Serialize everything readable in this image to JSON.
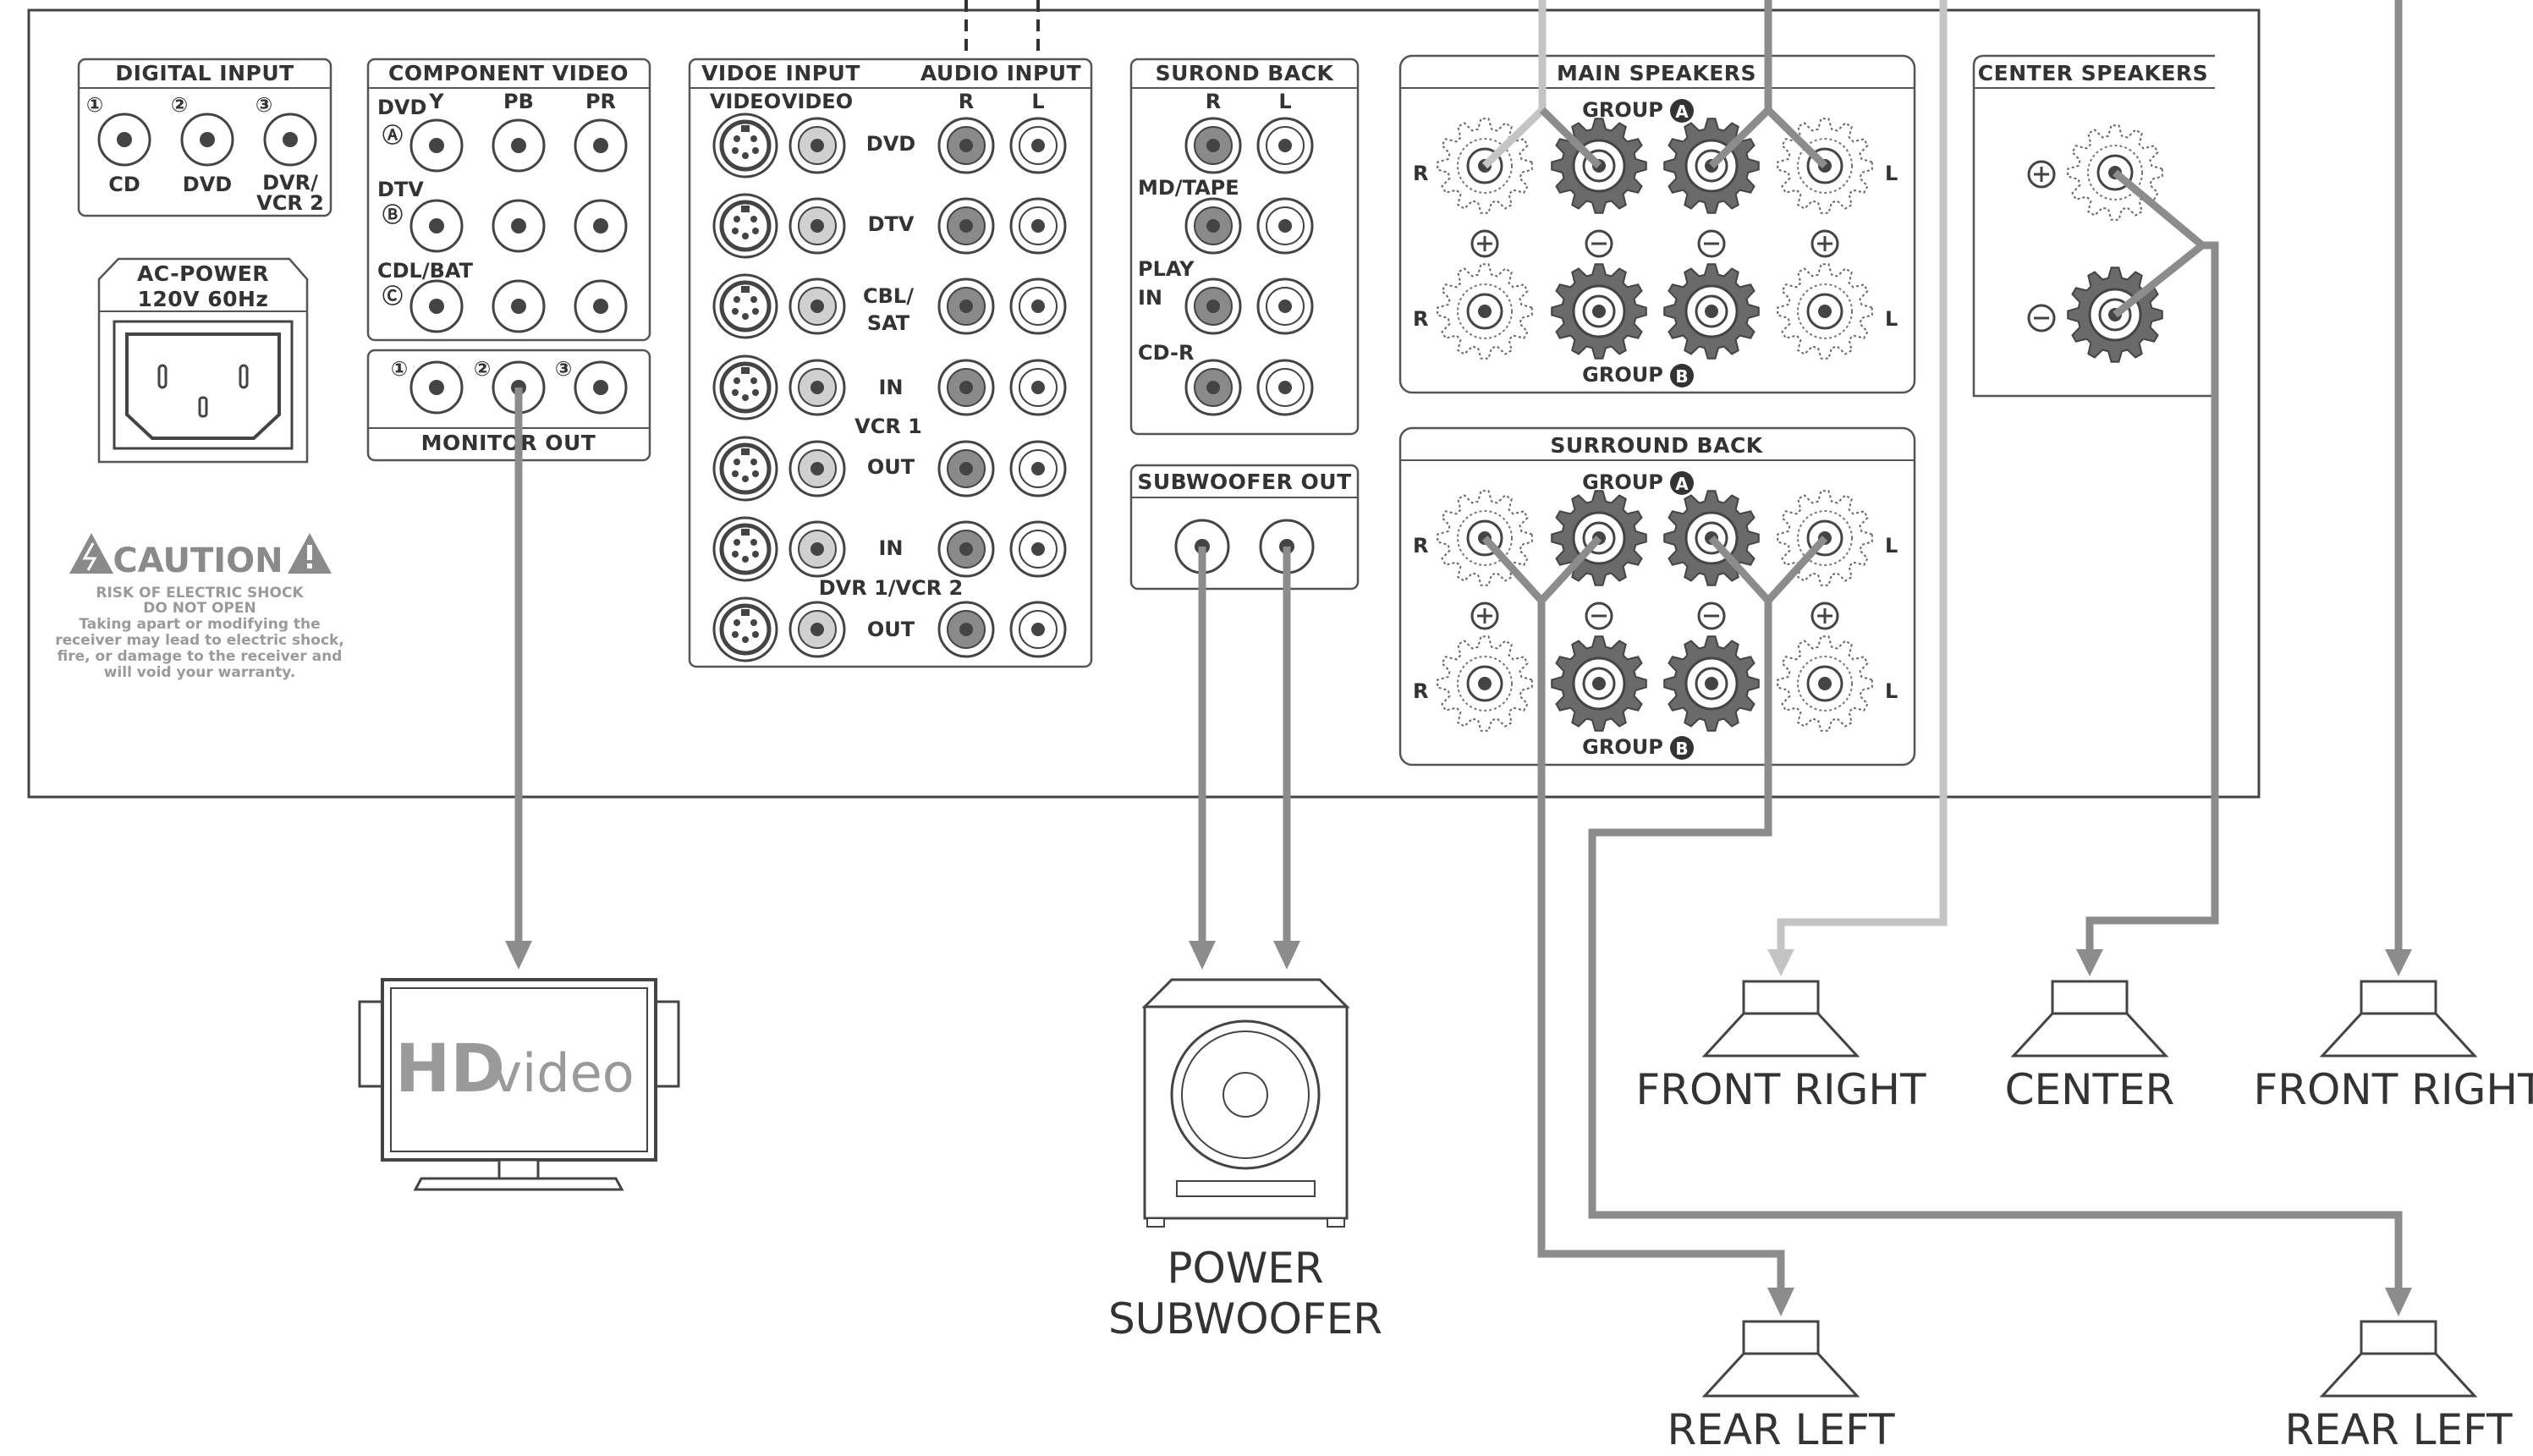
{
  "receiver": {
    "digital_input": {
      "title": "DIGITAL INPUT",
      "numbers": [
        "①",
        "②",
        "③"
      ],
      "labels": [
        "CD",
        "DVD",
        "DVR/",
        "VCR 2"
      ]
    },
    "component_video": {
      "title": "COMPONENT VIDEO",
      "columns": [
        "Y",
        "PB",
        "PR"
      ],
      "rows": [
        "DVD",
        "DTV",
        "CDL/BAT"
      ],
      "row_marks": [
        "Ⓐ",
        "Ⓑ",
        "Ⓒ"
      ]
    },
    "monitor_out": {
      "title": "MONITOR OUT",
      "numbers": [
        "①",
        "②",
        "③"
      ]
    },
    "ac_power": {
      "line1": "AC-POWER",
      "line2": "120V 60Hz"
    },
    "caution": {
      "title": "CAUTION",
      "lines": [
        "RISK OF ELECTRIC SHOCK",
        "DO NOT OPEN",
        "Taking apart or modifying the",
        "receiver may lead to electric shock,",
        "fire, or damage to the receiver and",
        "will void your warranty."
      ]
    },
    "video_input": {
      "title": "VIDOE INPUT",
      "col1": "VIDEO",
      "col2": "VIDEO"
    },
    "audio_input": {
      "title": "AUDIO INPUT",
      "col_r": "R",
      "col_l": "L"
    },
    "av_rows": [
      "DVD",
      "DTV",
      "CBL/",
      "SAT",
      "IN",
      "VCR 1",
      "OUT",
      "IN",
      "DVR 1/VCR 2",
      "OUT"
    ],
    "surround_back_in": {
      "title": "SUROND BACK",
      "col_r": "R",
      "col_l": "L",
      "rows": [
        "MD/TAPE",
        "PLAY",
        "IN",
        "CD-R"
      ]
    },
    "subwoofer_out": {
      "title": "SUBWOOFER OUT"
    },
    "main_speakers": {
      "title": "MAIN SPEAKERS",
      "group_a": "GROUP",
      "group_a_mark": "A",
      "group_b": "GROUP",
      "group_b_mark": "B",
      "r": "R",
      "l": "L"
    },
    "surround_back_speakers": {
      "title": "SURROUND BACK",
      "group_a": "GROUP",
      "group_a_mark": "A",
      "group_b": "GROUP",
      "group_b_mark": "B",
      "r": "R",
      "l": "L"
    },
    "center_speakers": {
      "title": "CENTER SPEAKERS"
    }
  },
  "devices": {
    "tv": {
      "logo_hd": "HD",
      "logo_video": "video"
    },
    "subwoofer": {
      "line1": "POWER",
      "line2": "SUBWOOFER"
    },
    "speakers": [
      "FRONT RIGHT",
      "CENTER",
      "FRONT RIGHT",
      "REAR LEFT",
      "REAR LEFT"
    ]
  },
  "colors": {
    "panel_stroke": "#444444",
    "cable_dark": "#8c8c8c",
    "cable_light": "#c4c4c4",
    "jack_dark": "#8a8a8a",
    "jack_light": "#d0d0d0",
    "terminal_dark": "#6a6a6a"
  }
}
